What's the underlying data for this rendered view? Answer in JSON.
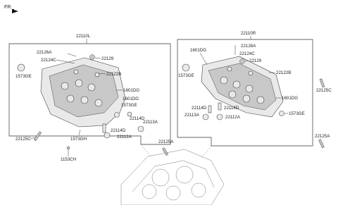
{
  "header": {
    "fr_label": "FR."
  },
  "left_group": {
    "title": "22110L",
    "labels": [
      "22126A",
      "22124C",
      "22129",
      "22122B",
      "1573GE",
      "1601DG",
      "1601DG",
      "1573GE",
      "22114D",
      "22113A",
      "22114D",
      "22112A",
      "22125C",
      "1573GH",
      "22125A",
      "1153CH"
    ]
  },
  "right_group": {
    "title": "22110R",
    "labels": [
      "22126A",
      "1601DG",
      "22124C",
      "22129",
      "1573GE",
      "22122B",
      "22125C",
      "1601DG",
      "22114D",
      "22114D",
      "22113A",
      "22112A",
      "1573GE",
      "22125A"
    ]
  }
}
